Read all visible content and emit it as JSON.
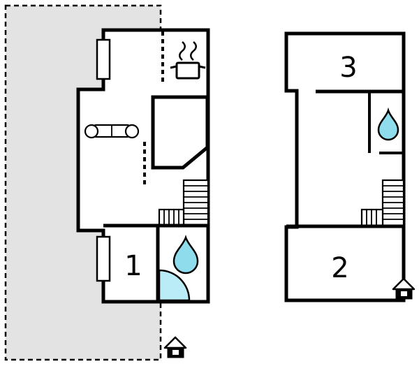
{
  "title": "two-storey-floor-plan",
  "colors": {
    "background": "#ffffff",
    "terrace_fill": "#e3e3e3",
    "wall": "#000000",
    "water_drop_fill": "#8fdcec",
    "shower_fill": "#b9ecf6",
    "icon_fill": "#ffffff"
  },
  "rooms": [
    {
      "id": "room-1",
      "label": "1"
    },
    {
      "id": "room-2",
      "label": "2"
    },
    {
      "id": "room-3",
      "label": "3"
    }
  ],
  "icons": {
    "sofa": "sofa-icon",
    "stove": "stove-pot-icon",
    "steam": "steam-icon",
    "water_drop": "water-drop-icon",
    "shower": "shower-quarter-icon",
    "stairs": "stairs-icon",
    "window": "window-icon",
    "entrance": "entrance-house-icon",
    "terrace": "terrace-area"
  }
}
